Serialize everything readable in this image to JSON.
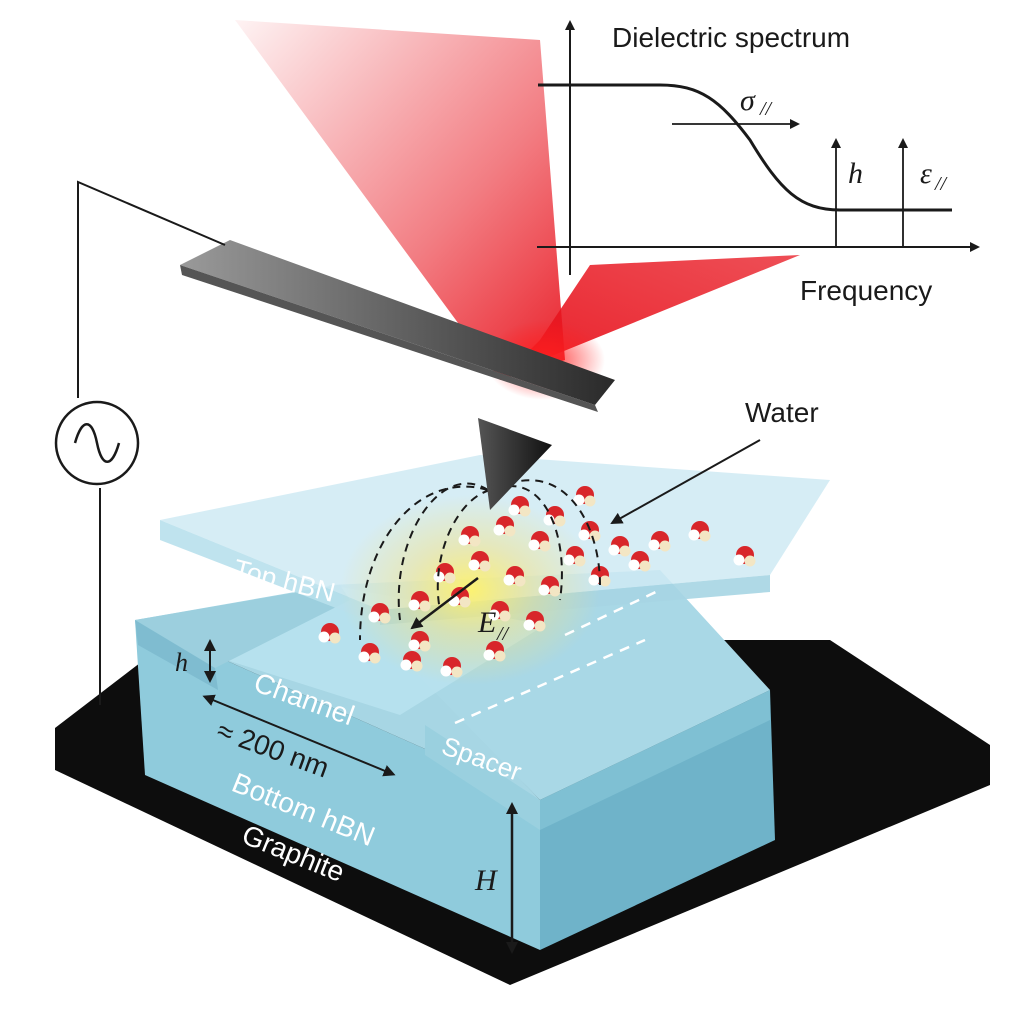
{
  "inset": {
    "title": "Dielectric spectrum",
    "xlabel": "Frequency",
    "sigma_label": "σ",
    "sigma_sub": "//",
    "h_label": "h",
    "eps_label": "ε",
    "eps_sub": "//"
  },
  "labels": {
    "water": "Water",
    "top_hbn": "Top hBN",
    "efield": "E",
    "efield_sub": "//",
    "h_small": "h",
    "channel": "Channel",
    "width": "≈ 200 nm",
    "spacer": "Spacer",
    "bottom_hbn": "Bottom hBN",
    "graphite": "Graphite",
    "H_big": "H"
  },
  "colors": {
    "laser": "#e8141e",
    "hbn_light": "#bfe3ee",
    "hbn_mid": "#8fcbdc",
    "hbn_dark": "#6fb3c9",
    "graphite": "#0d0d0d",
    "oxygen": "#d8262a"
  },
  "icons": {
    "ac_source": "ac-source-icon"
  }
}
